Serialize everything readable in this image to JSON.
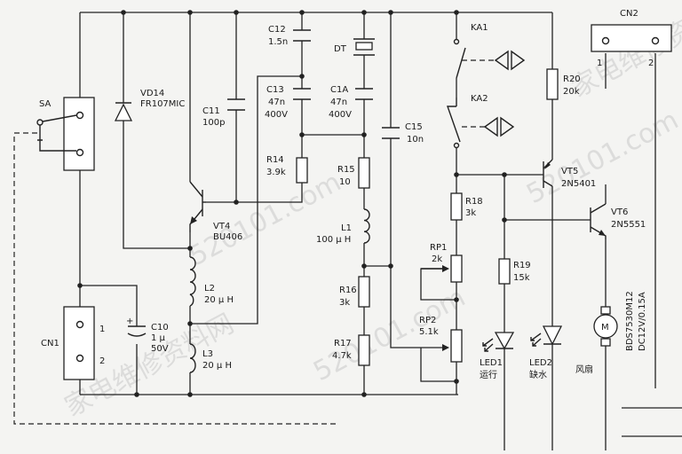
{
  "labels": {
    "sa": "SA",
    "cn1": "CN1",
    "cn1_pin1": "1",
    "cn1_pin2": "2",
    "cn2": "CN2",
    "cn2_pin1": "1",
    "cn2_pin2": "2",
    "vd14_name": "VD14",
    "vd14_part": "FR107MIC",
    "c11_name": "C11",
    "c11_value": "100p",
    "c12_name": "C12",
    "c12_value": "1.5n",
    "c13_name": "C13",
    "c13_value": "47n",
    "c13_voltage": "400V",
    "c1a_name": "C1A",
    "c1a_value": "47n",
    "c1a_voltage": "400V",
    "dt_name": "DT",
    "c15_name": "C15",
    "c15_value": "10n",
    "r14_name": "R14",
    "r14_value": "3.9k",
    "r15_name": "R15",
    "r15_value": "10",
    "vt4_name": "VT4",
    "vt4_part": "BU406",
    "l1_name": "L1",
    "l1_value": "100 μ H",
    "l2_name": "L2",
    "l2_value": "20 μ H",
    "l3_name": "L3",
    "l3_value": "20 μ H",
    "c10_name": "C10",
    "c10_value": "1 μ",
    "c10_voltage": "50V",
    "c10_plus": "+",
    "r16_name": "R16",
    "r16_value": "3k",
    "r17_name": "R17",
    "r17_value": "4.7k",
    "ka1_name": "KA1",
    "ka2_name": "KA2",
    "r18_name": "R18",
    "r18_value": "3k",
    "rp1_name": "RP1",
    "rp1_value": "2k",
    "rp2_name": "RP2",
    "rp2_value": "5.1k",
    "r19_name": "R19",
    "r19_value": "15k",
    "r20_name": "R20",
    "r20_value": "20k",
    "vt5_name": "VT5",
    "vt5_part": "2N5401",
    "vt6_name": "VT6",
    "vt6_part": "2N5551",
    "led1_name": "LED1",
    "led1_desc": "运行",
    "led2_name": "LED2",
    "led2_desc": "缺水",
    "fan_desc": "风扇",
    "motor_letter": "M",
    "motor_part": "BDS7530M12",
    "motor_rating": "DC12V/0.15A"
  },
  "watermark": {
    "text1": "520101.com",
    "text2": "家电维修资料网"
  },
  "colors": {
    "ink": "#222222",
    "paper": "#f4f4f2",
    "watermark": "#c9c9c9"
  }
}
